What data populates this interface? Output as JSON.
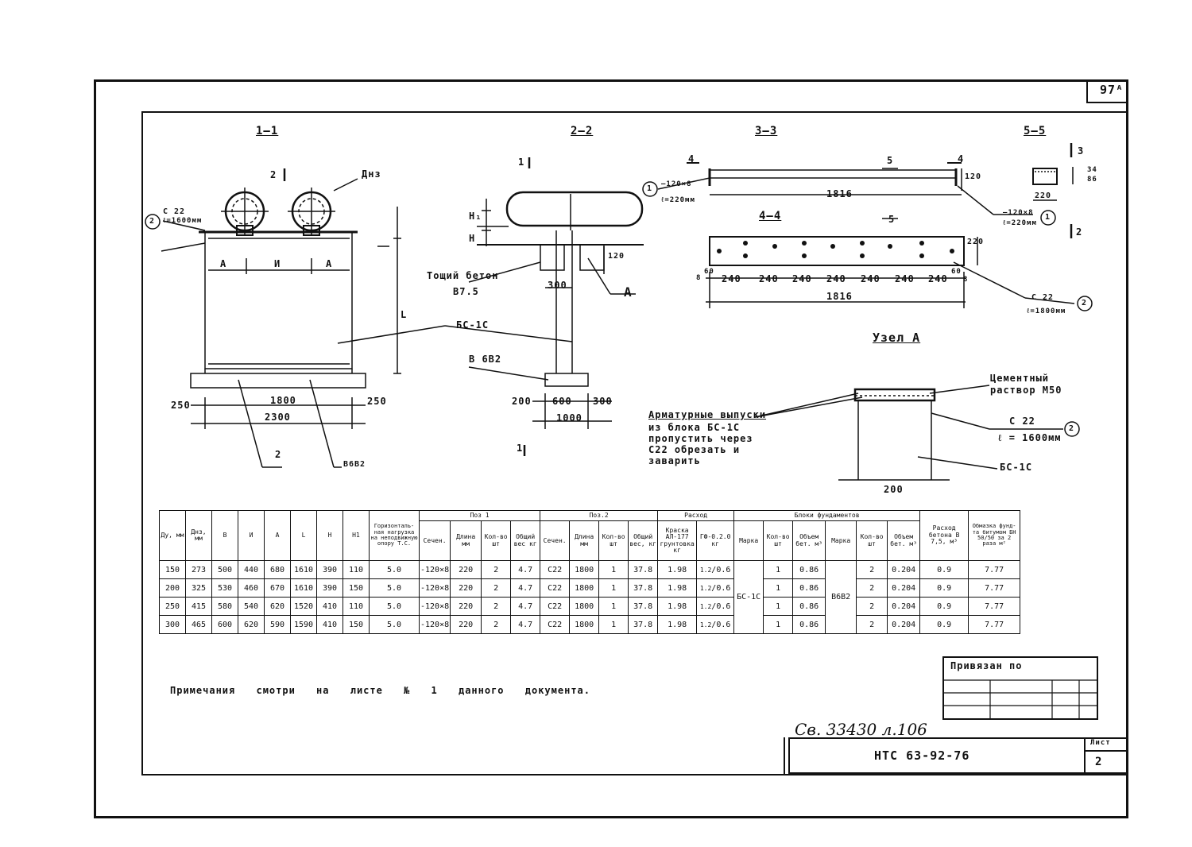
{
  "sheet_number": "97ᴬ",
  "sections": {
    "s11": "1—1",
    "s22": "2—2",
    "s33": "3—3",
    "s55": "5—5",
    "s44": "4—4",
    "uzel": "Узел А"
  },
  "drawing_labels": {
    "cut2": "2",
    "cut1_top": "1",
    "cut1_bot": "1",
    "cut2_bot": "2",
    "cut4_left": "4",
    "cut4_right": "4",
    "cut5_top": "5",
    "cut5_mid": "5",
    "cut3": "3",
    "cut2_right": "2",
    "dnz": "Днз",
    "c22_top_a": "С 22",
    "c22_top_b": "ℓ=1600мм",
    "pos1": "1",
    "pos2": "2",
    "pos1b": "1",
    "pos2b": "2",
    "pos2c": "2",
    "A": "А",
    "I": "И",
    "A2": "А",
    "L": "L",
    "H": "Н",
    "H1": "Н₁",
    "bs1c": "БС-1С",
    "bs1c_b": "БС-1С",
    "v6b2": "В 6В2",
    "b6b2b": "В6В2",
    "toshiy1": "Тощий бетон",
    "toshiy2": "В7.5",
    "dim1800": "1800",
    "dim2300": "2300",
    "dim250a": "250",
    "dim250b": "250",
    "dim300": "300",
    "dim200": "200",
    "dim600": "600",
    "dim1000": "1000",
    "dim300b": "300",
    "dim120": "120",
    "dim120b": "120",
    "dim1816a": "1816",
    "dim1816b": "1816",
    "plate1a": "—120×8",
    "plate1b": "ℓ=220мм",
    "plate2a": "—120×8",
    "plate2b": "ℓ=220мм",
    "c22b_a": "С 22",
    "c22b_b": "ℓ=1800мм",
    "dim220a": "220",
    "dim220b": "220",
    "d34": "34",
    "d86": "86",
    "d8a": "8",
    "d60a": "60",
    "d240": [
      "240",
      "240",
      "240",
      "240",
      "240",
      "240",
      "240"
    ],
    "d60b": "60",
    "d8b": "8",
    "cement1": "Цементный",
    "cement2": "раствор М50",
    "armatur1": "Арматурные выпуски",
    "armatur2": "из блока БС-1С",
    "armatur3": "пропустить через",
    "armatur4": "С22 обрезать и",
    "armatur5": "заварить",
    "c22c_a": "С 22",
    "c22c_b": "ℓ = 1600мм",
    "d200u": "200"
  },
  "table": {
    "headers": {
      "dy": "Ду, мм",
      "dnz": "Днз, мм",
      "B": "В",
      "I": "И",
      "A": "А",
      "L": "L",
      "H": "Н",
      "H1": "Н1",
      "horiz": "Горизонталь-ная нагрузка на неподвижную опору Т.С.",
      "pos1": "Поз 1",
      "pos2": "Поз.2",
      "rashod": "Расход",
      "bloki": "Блоки фундаментов",
      "rashod_bet": "Расход бетона В 7,5, м³",
      "obmazka": "Обмазка фунд-та битумом БН 50/50 за 2 раза м²",
      "sechen": "Сечен.",
      "dlina": "Длина мм",
      "kolvo": "Кол-во шт",
      "obsh": "Общий вес кг",
      "sechen2": "Сечен.",
      "dlina2": "Длина мм",
      "kolvo2": "Кол-во шт",
      "obsh2": "Общий вес, кг",
      "kraska": "Краска АЛ-177 грунтовка кг",
      "gf": "ГФ-0.2.0 кг",
      "marka": "Марка",
      "kol": "Кол-во шт",
      "obem": "Объем бет. м³",
      "marka2": "Марка",
      "kol2": "Кол-во шт",
      "obem2": "Объем бет. м³"
    },
    "rows": [
      {
        "dy": "150",
        "dnz": "273",
        "B": "500",
        "I": "440",
        "A": "680",
        "L": "1610",
        "H": "390",
        "H1": "110",
        "hz": "5.0",
        "s1": "-120×8",
        "l1": "220",
        "k1": "2",
        "w1": "4.7",
        "s2": "С22",
        "l2": "1800",
        "k2": "1",
        "w2": "37.8",
        "kr": "1.98",
        "gf": "0.6",
        "gfn": "1.2",
        "km": "1",
        "ob": "0.86",
        "kb": "2",
        "obb": "0.204",
        "rb": "0.9",
        "ob2": "7.77"
      },
      {
        "dy": "200",
        "dnz": "325",
        "B": "530",
        "I": "460",
        "A": "670",
        "L": "1610",
        "H": "390",
        "H1": "150",
        "hz": "5.0",
        "s1": "-120×8",
        "l1": "220",
        "k1": "2",
        "w1": "4.7",
        "s2": "С22",
        "l2": "1800",
        "k2": "1",
        "w2": "37.8",
        "kr": "1.98",
        "gf": "0.6",
        "gfn": "1.2",
        "km": "1",
        "ob": "0.86",
        "kb": "2",
        "obb": "0.204",
        "rb": "0.9",
        "ob2": "7.77"
      },
      {
        "dy": "250",
        "dnz": "415",
        "B": "580",
        "I": "540",
        "A": "620",
        "L": "1520",
        "H": "410",
        "H1": "110",
        "hz": "5.0",
        "s1": "-120×8",
        "l1": "220",
        "k1": "2",
        "w1": "4.7",
        "s2": "С22",
        "l2": "1800",
        "k2": "1",
        "w2": "37.8",
        "kr": "1.98",
        "gf": "0.6",
        "gfn": "1.2",
        "km": "1",
        "ob": "0.86",
        "kb": "2",
        "obb": "0.204",
        "rb": "0.9",
        "ob2": "7.77"
      },
      {
        "dy": "300",
        "dnz": "465",
        "B": "600",
        "I": "620",
        "A": "590",
        "L": "1590",
        "H": "410",
        "H1": "150",
        "hz": "5.0",
        "s1": "-120×8",
        "l1": "220",
        "k1": "2",
        "w1": "4.7",
        "s2": "С22",
        "l2": "1800",
        "k2": "1",
        "w2": "37.8",
        "kr": "1.98",
        "gf": "0.6",
        "gfn": "1.2",
        "km": "1",
        "ob": "0.86",
        "kb": "2",
        "obb": "0.204",
        "rb": "0.9",
        "ob2": "7.77"
      }
    ],
    "marka_block": "БС-1С",
    "marka_block2": "В6В2"
  },
  "note": "Примечания  смотри  на листе № 1 данного документа.",
  "privyazan": "Привязан по",
  "inv": "Св. 33430 л.106",
  "doc_code": "НТС 63-92-76",
  "list_label": "Лист",
  "list_num": "2"
}
